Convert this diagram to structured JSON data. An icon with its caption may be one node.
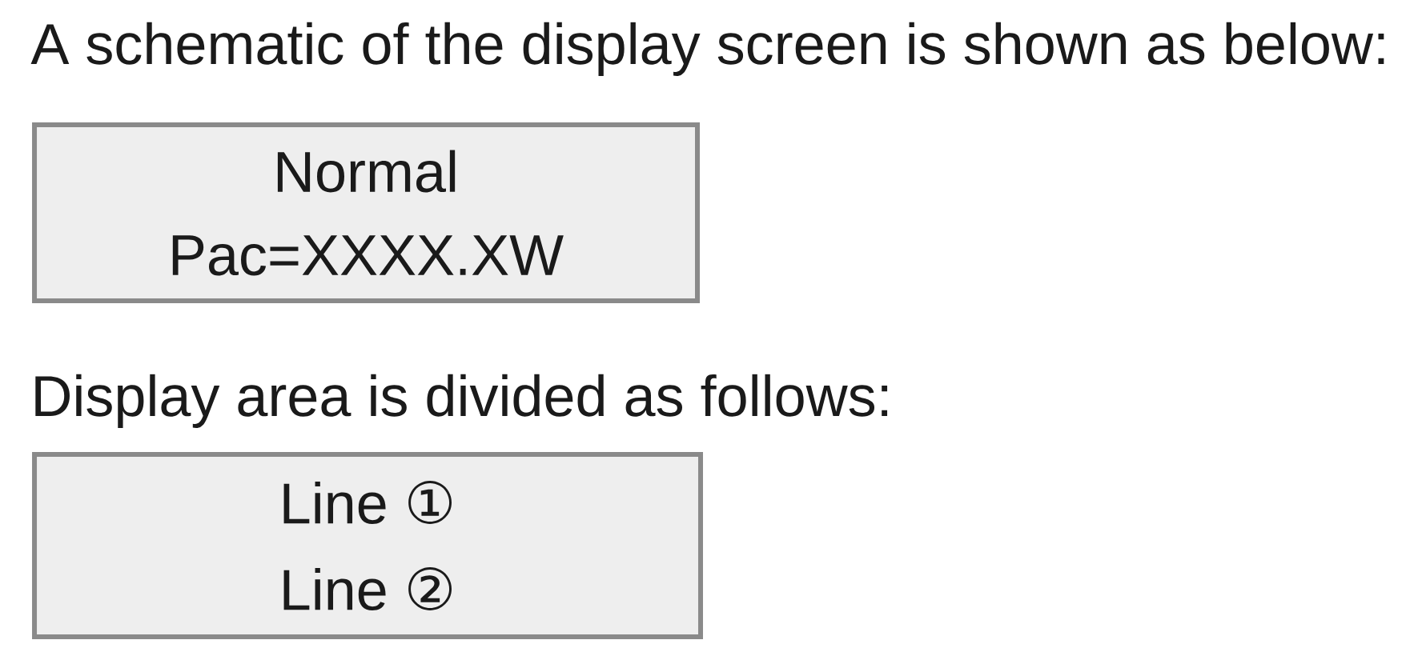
{
  "diagram": {
    "nodes": [
      {
        "text": [
          "Normal",
          "Pac=XXXX.XW"
        ]
      },
      {
        "text": [
          "Line ①",
          "Line ②"
        ]
      }
    ],
    "labels": [
      "A schematic of the display screen is shown as below:",
      "Display area is divided as follows:"
    ]
  }
}
